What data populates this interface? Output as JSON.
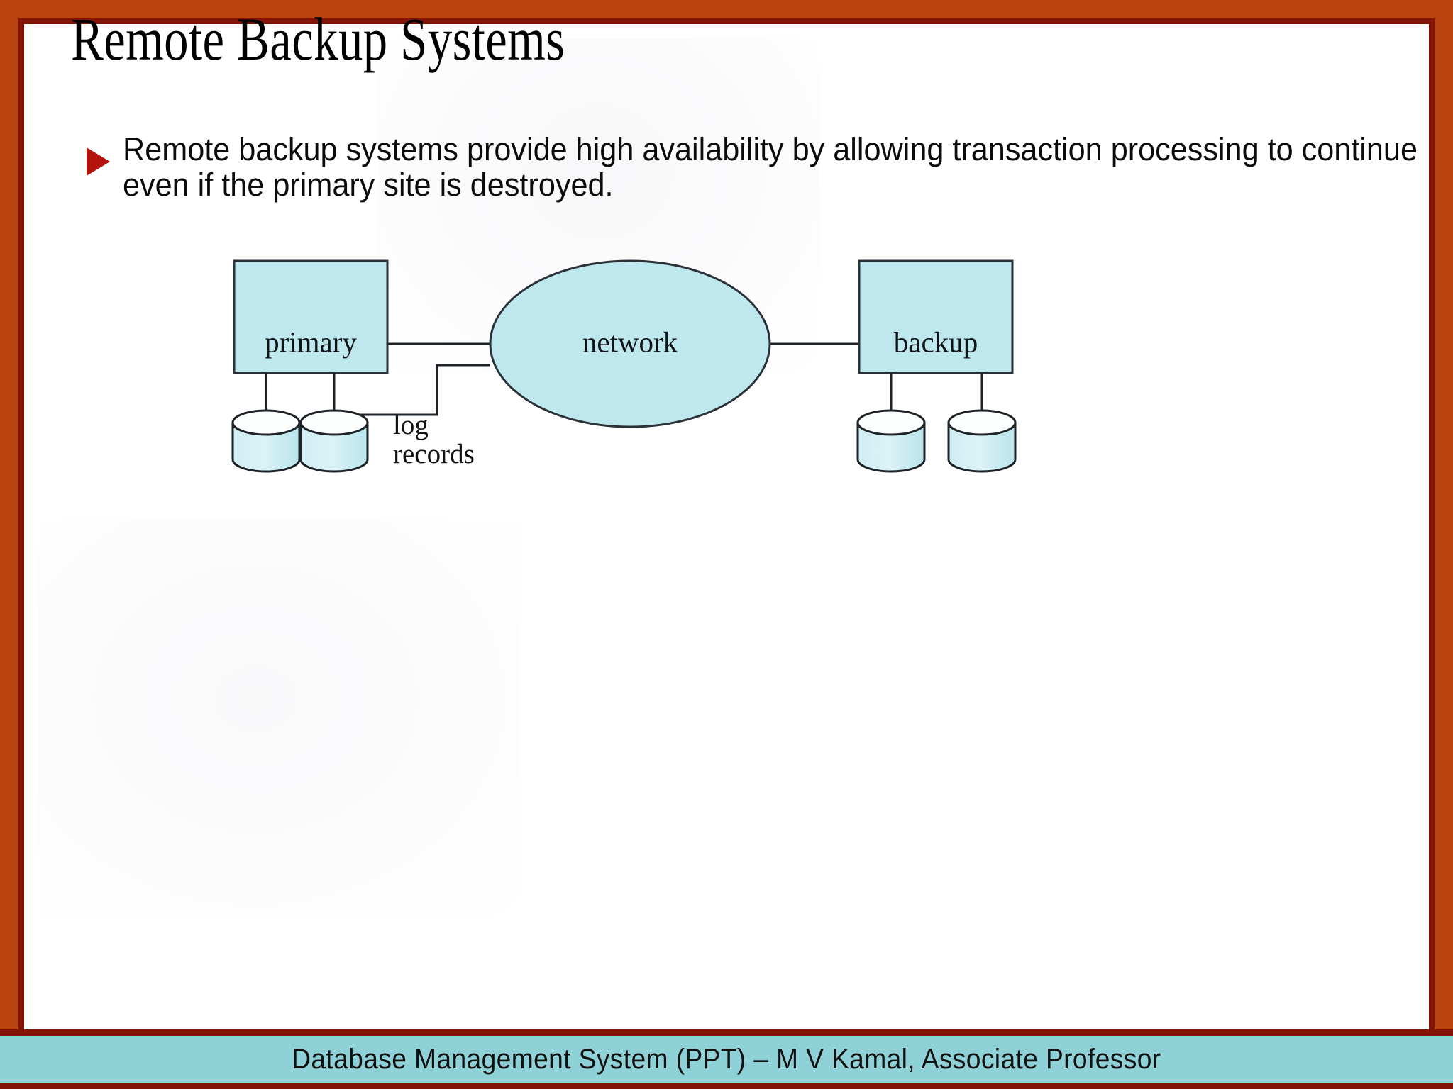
{
  "slide": {
    "title": "Remote Backup Systems",
    "bullet": {
      "marker": "triangle-bullet",
      "text": "Remote backup systems provide high availability by allowing transaction processing to continue even if the primary site is destroyed."
    }
  },
  "diagram": {
    "primary_label": "primary",
    "network_label": "network",
    "backup_label": "backup",
    "log_label_line1": "log",
    "log_label_line2": "records"
  },
  "footer": {
    "text": "Database Management System (PPT) – M V Kamal, Associate Professor"
  },
  "colors": {
    "frame_outer": "#B9430F",
    "frame_inner_line": "#841307",
    "footer_bar": "#8ED2D8",
    "node_fill": "#BEE7EE",
    "node_stroke": "#2a3238",
    "bullet_marker": "#B4140E",
    "canvas": "#FFFFFF"
  }
}
